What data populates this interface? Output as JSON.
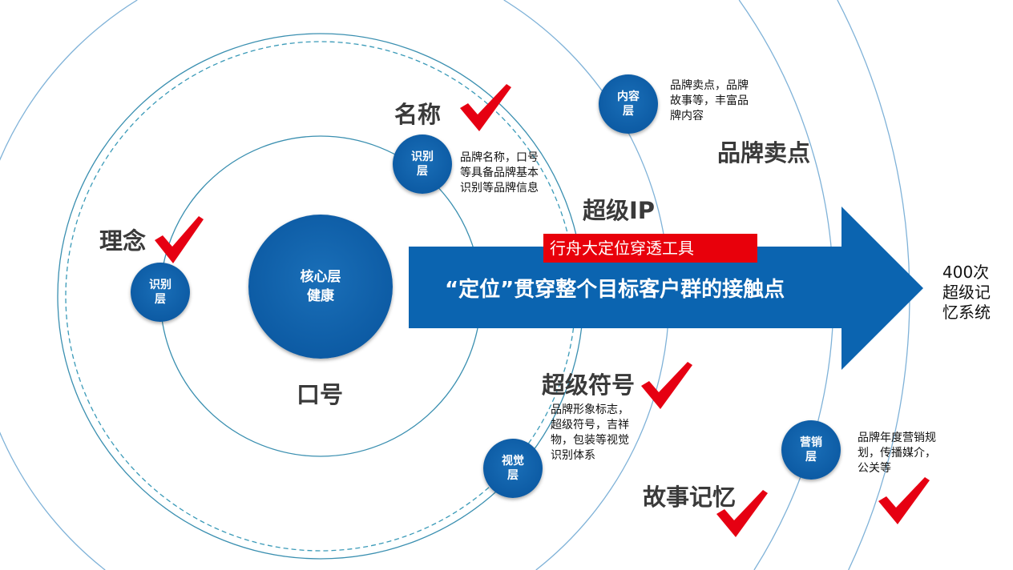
{
  "core": {
    "line1": "核心层",
    "line2": "健康"
  },
  "bubbles": {
    "left_identity": "识别层",
    "top_identity": "识别层",
    "content": "内容层",
    "visual": "视觉层",
    "marketing": "营销层"
  },
  "labels": {
    "idea": "理念",
    "name": "名称",
    "slogan": "口号",
    "super_ip": "超级IP",
    "brand_selling": "品牌卖点",
    "super_symbol": "超级符号",
    "story_memory": "故事记忆"
  },
  "descriptions": {
    "identity": "品牌名称，口号等具备品牌基本识别等品牌信息",
    "content": "品牌卖点，品牌故事等，丰富品牌内容",
    "visual": "品牌形象标志，超级符号，吉祥物，包装等视觉识别体系",
    "marketing": "品牌年度营销规划，传播媒介，公关等"
  },
  "arrow": {
    "tag": "行舟大定位穿透工具",
    "text": "“定位”贯穿整个目标客户群的接触点"
  },
  "result": "400次超级记忆系统",
  "colors": {
    "blue": "#0b64b0",
    "red": "#e8000b",
    "check": "#e60012"
  }
}
